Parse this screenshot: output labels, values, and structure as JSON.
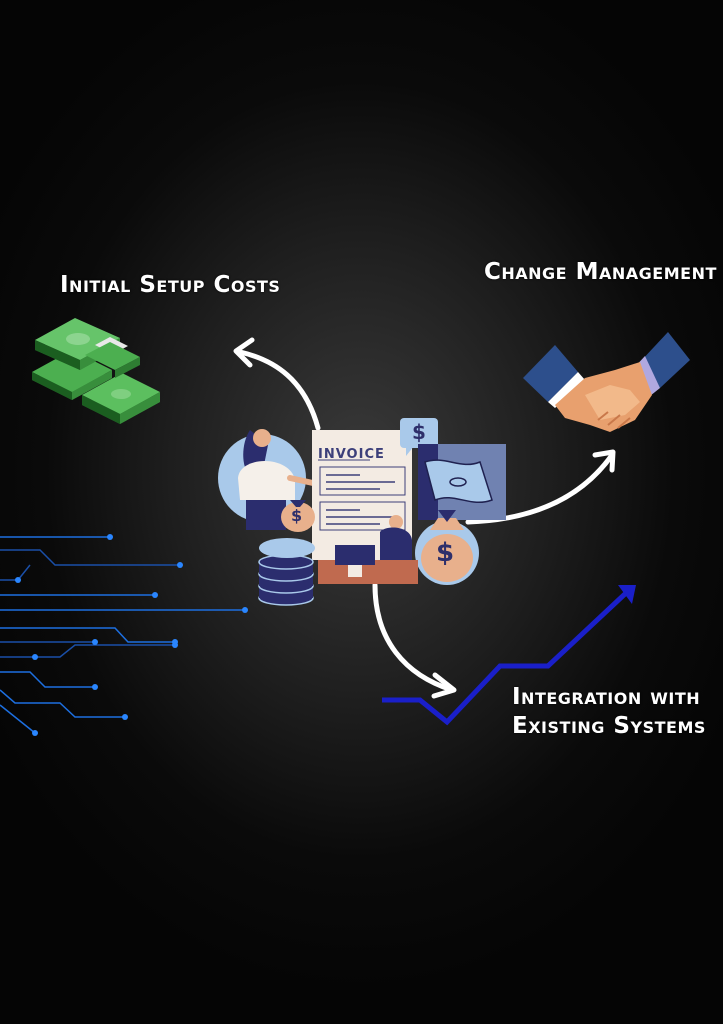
{
  "labels": {
    "setup": "Initial Setup Costs",
    "change": "Change Management",
    "integration_line1": "Integration with",
    "integration_line2": "Existing Systems"
  },
  "center": {
    "invoice_text": "INVOICE",
    "dollar_sign": "$"
  },
  "icons": {
    "money": "money-stack-icon",
    "handshake": "handshake-icon",
    "trend": "trend-line-icon",
    "circuit": "circuit-lines-icon"
  },
  "colors": {
    "background": "#0a0a0a",
    "money_green": "#4caf50",
    "trend_blue": "#1a1fc9",
    "circuit_blue": "#1d6fe0",
    "accent_light_blue": "#a9c9ea",
    "navy": "#2b2d6e",
    "peach": "#e8b08c"
  }
}
